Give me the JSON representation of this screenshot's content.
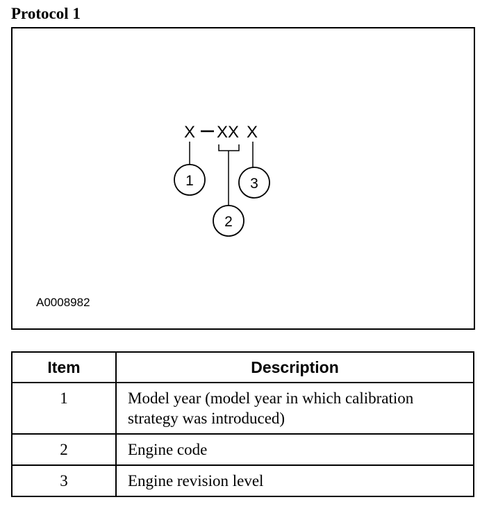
{
  "page_title": "Protocol 1",
  "figure": {
    "code": {
      "year": "X",
      "dash": "–",
      "engine": "XX",
      "revision": "X"
    },
    "callouts": [
      "1",
      "2",
      "3"
    ],
    "figure_id": "A0008982"
  },
  "table": {
    "headers": {
      "item": "Item",
      "description": "Description"
    },
    "rows": [
      {
        "item": "1",
        "description": "Model year (model year in which calibration strategy was introduced)"
      },
      {
        "item": "2",
        "description": "Engine code"
      },
      {
        "item": "3",
        "description": "Engine revision level"
      }
    ]
  }
}
